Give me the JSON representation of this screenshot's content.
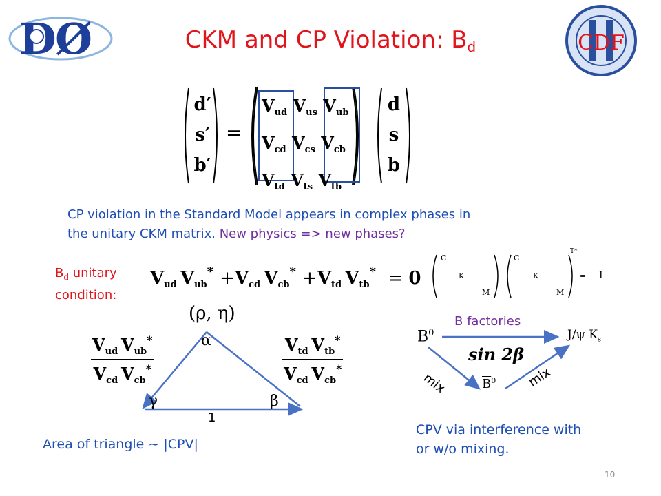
{
  "title": {
    "main": "CKM and CP Violation:  B",
    "sub": "d"
  },
  "logos": {
    "left": "DØ",
    "right": "CDF"
  },
  "matrix": {
    "lhs": [
      "d′",
      "s′",
      "b′"
    ],
    "equals": "=",
    "rows": [
      [
        "V",
        "ud",
        "V",
        "us",
        "V",
        "ub"
      ],
      [
        "V",
        "cd",
        "V",
        "cs",
        "V",
        "cb"
      ],
      [
        "V",
        "td",
        "V",
        "ts",
        "V",
        "tb"
      ]
    ],
    "rhs": [
      "d",
      "s",
      "b"
    ]
  },
  "text": {
    "line1": "CP violation in the Standard Model appears in complex phases in",
    "line2_a": "the unitary CKM matrix.  ",
    "line2_b": "New physics => new phases?"
  },
  "unitary": {
    "label_B": "B",
    "label_sub": "d",
    "label_rest": " unitary",
    "label_line2": "condition:",
    "equation_zero": "0"
  },
  "small_matrix": {
    "left": [
      "C",
      "K",
      "M"
    ],
    "mid": [
      "C",
      "K",
      "M"
    ],
    "dagger": "T*",
    "eq": "=",
    "rhs": "I"
  },
  "triangle": {
    "apex": "(ρ, η)",
    "alpha": "α",
    "beta": "β",
    "gamma": "γ",
    "base": "1",
    "area_text": "Area of triangle ~ |CPV|"
  },
  "bfactory": {
    "label": "B factories",
    "b0": "B",
    "b0sup": "0",
    "jpsi": "J/ψ  K",
    "ks_sub": "s",
    "sin": "sin 2β",
    "mix_left": "mix",
    "mix_right": "mix",
    "b0bar": "B",
    "b0bar_sup": "0",
    "cpv_line1": "CPV via interference with",
    "cpv_line2": " or w/o mixing."
  },
  "page_number": "10",
  "colors": {
    "title": "#e0141a",
    "text_blue": "#1f4fb4",
    "purple": "#7030a0",
    "arrow": "#4a72c4",
    "box": "#2a4f9e"
  }
}
